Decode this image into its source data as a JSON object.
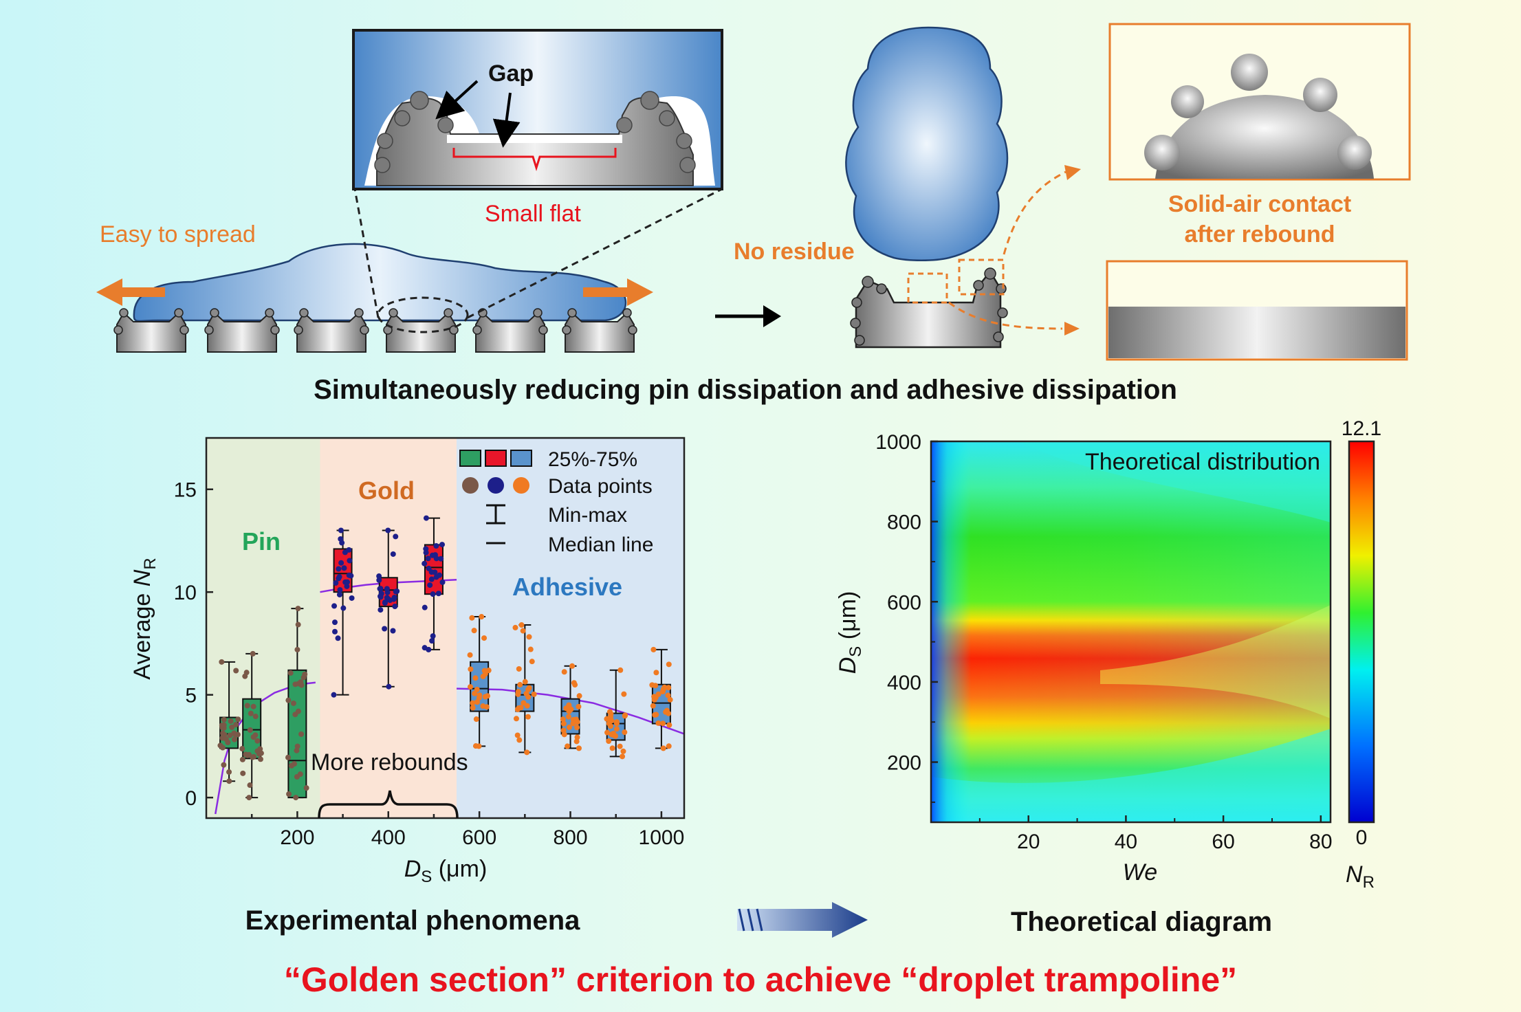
{
  "top": {
    "gap_label": "Gap",
    "small_flat_label": "Small flat",
    "easy_spread_label": "Easy to spread",
    "no_residue_label": "No residue",
    "solid_air_label_line1": "Solid-air contact",
    "solid_air_label_line2": "after rebound",
    "headline": "Simultaneously reducing pin dissipation and adhesive dissipation"
  },
  "colors": {
    "pin_box": "#2e9e62",
    "gold_box": "#e8162a",
    "adhesive_box": "#5a93cc",
    "pin_points": "#7a5848",
    "gold_points": "#1d1f8a",
    "adhesive_points": "#f07a22",
    "fit_line": "#8a2be2",
    "orange_accent": "#e87d2c",
    "red_title": "#e8141e"
  },
  "left_chart": {
    "region_labels": [
      "Pin",
      "Gold",
      "Adhesive"
    ],
    "legend": {
      "boxes_label": "25%-75%",
      "points_label": "Data points",
      "minmax_label": "Min-max",
      "median_label": "Median line"
    },
    "annotation": "More rebounds",
    "ylabel_prefix": "Average ",
    "ylabel_var": "N",
    "ylabel_sub": "R",
    "xlabel_var": "D",
    "xlabel_sub": "S",
    "xlabel_unit": " (μm)",
    "caption": "Experimental phenomena"
  },
  "right_chart": {
    "inner_title": "Theoretical distribution",
    "xlabel": "We",
    "ylabel_var": "D",
    "ylabel_sub": "S",
    "ylabel_unit": " (μm)",
    "colorbar_max": "12.1",
    "colorbar_min": "0",
    "colorbar_label_var": "N",
    "colorbar_label_sub": "R",
    "caption": "Theoretical diagram"
  },
  "bottom_title": "“Golden section” criterion to achieve “droplet trampoline”",
  "chart_data": [
    {
      "type": "box",
      "xlabel": "DS (μm)",
      "ylabel": "Average NR",
      "xlim": [
        0,
        1050
      ],
      "ylim": [
        -1,
        17.5
      ],
      "xticks": [
        200,
        400,
        600,
        800,
        1000
      ],
      "yticks": [
        0,
        5,
        10,
        15
      ],
      "regions": [
        {
          "name": "Pin",
          "range": [
            0,
            250
          ],
          "color": "#e4eed8"
        },
        {
          "name": "Gold",
          "range": [
            250,
            550
          ],
          "color": "#fbe4d6"
        },
        {
          "name": "Adhesive",
          "range": [
            550,
            1050
          ],
          "color": "#d8e6f4"
        }
      ],
      "series": [
        {
          "name": "Pin",
          "boxes": [
            {
              "x": 50,
              "min": 0.8,
              "q1": 2.4,
              "median": 3.1,
              "q3": 3.9,
              "max": 6.6
            },
            {
              "x": 100,
              "min": 0.0,
              "q1": 1.9,
              "median": 3.3,
              "q3": 4.8,
              "max": 7.0
            },
            {
              "x": 200,
              "min": 0.0,
              "q1": 0.0,
              "median": 1.8,
              "q3": 6.2,
              "max": 9.2
            }
          ]
        },
        {
          "name": "Gold",
          "boxes": [
            {
              "x": 300,
              "min": 5.0,
              "q1": 10.0,
              "median": 10.9,
              "q3": 12.1,
              "max": 13.0
            },
            {
              "x": 400,
              "min": 5.4,
              "q1": 9.3,
              "median": 10.1,
              "q3": 10.7,
              "max": 13.0
            },
            {
              "x": 500,
              "min": 7.2,
              "q1": 9.9,
              "median": 11.2,
              "q3": 12.3,
              "max": 13.6
            }
          ]
        },
        {
          "name": "Adhesive",
          "boxes": [
            {
              "x": 600,
              "min": 2.5,
              "q1": 4.2,
              "median": 5.3,
              "q3": 6.6,
              "max": 8.8
            },
            {
              "x": 700,
              "min": 2.2,
              "q1": 4.2,
              "median": 5.0,
              "q3": 5.5,
              "max": 8.4
            },
            {
              "x": 800,
              "min": 2.4,
              "q1": 3.1,
              "median": 4.2,
              "q3": 4.8,
              "max": 6.4
            },
            {
              "x": 900,
              "min": 2.0,
              "q1": 2.8,
              "median": 3.6,
              "q3": 4.1,
              "max": 6.2
            },
            {
              "x": 1000,
              "min": 2.4,
              "q1": 3.6,
              "median": 4.6,
              "q3": 5.5,
              "max": 7.2
            }
          ]
        }
      ],
      "fits": [
        {
          "name": "Pin",
          "x": [
            20,
            40,
            60,
            100,
            150,
            200,
            240
          ],
          "y": [
            -0.8,
            1.8,
            3.2,
            4.4,
            5.1,
            5.5,
            5.6
          ]
        },
        {
          "name": "Gold",
          "x": [
            250,
            300,
            350,
            400,
            450,
            500,
            550
          ],
          "y": [
            10.0,
            10.2,
            10.35,
            10.45,
            10.5,
            10.55,
            10.6
          ]
        },
        {
          "name": "Adhesive",
          "x": [
            550,
            650,
            750,
            850,
            950,
            1050
          ],
          "y": [
            5.3,
            5.25,
            5.0,
            4.6,
            3.9,
            3.1
          ]
        }
      ]
    },
    {
      "type": "heatmap",
      "xlabel": "We",
      "ylabel": "DS (μm)",
      "xlim": [
        0,
        82
      ],
      "ylim": [
        50,
        1000
      ],
      "xticks": [
        20,
        40,
        60,
        80
      ],
      "yticks": [
        200,
        400,
        600,
        800,
        1000
      ],
      "colorbar_range": [
        0,
        12.1
      ],
      "peak_region": {
        "DS": [
          300,
          550
        ],
        "We": [
          0,
          20
        ],
        "value": 12.1
      }
    }
  ]
}
